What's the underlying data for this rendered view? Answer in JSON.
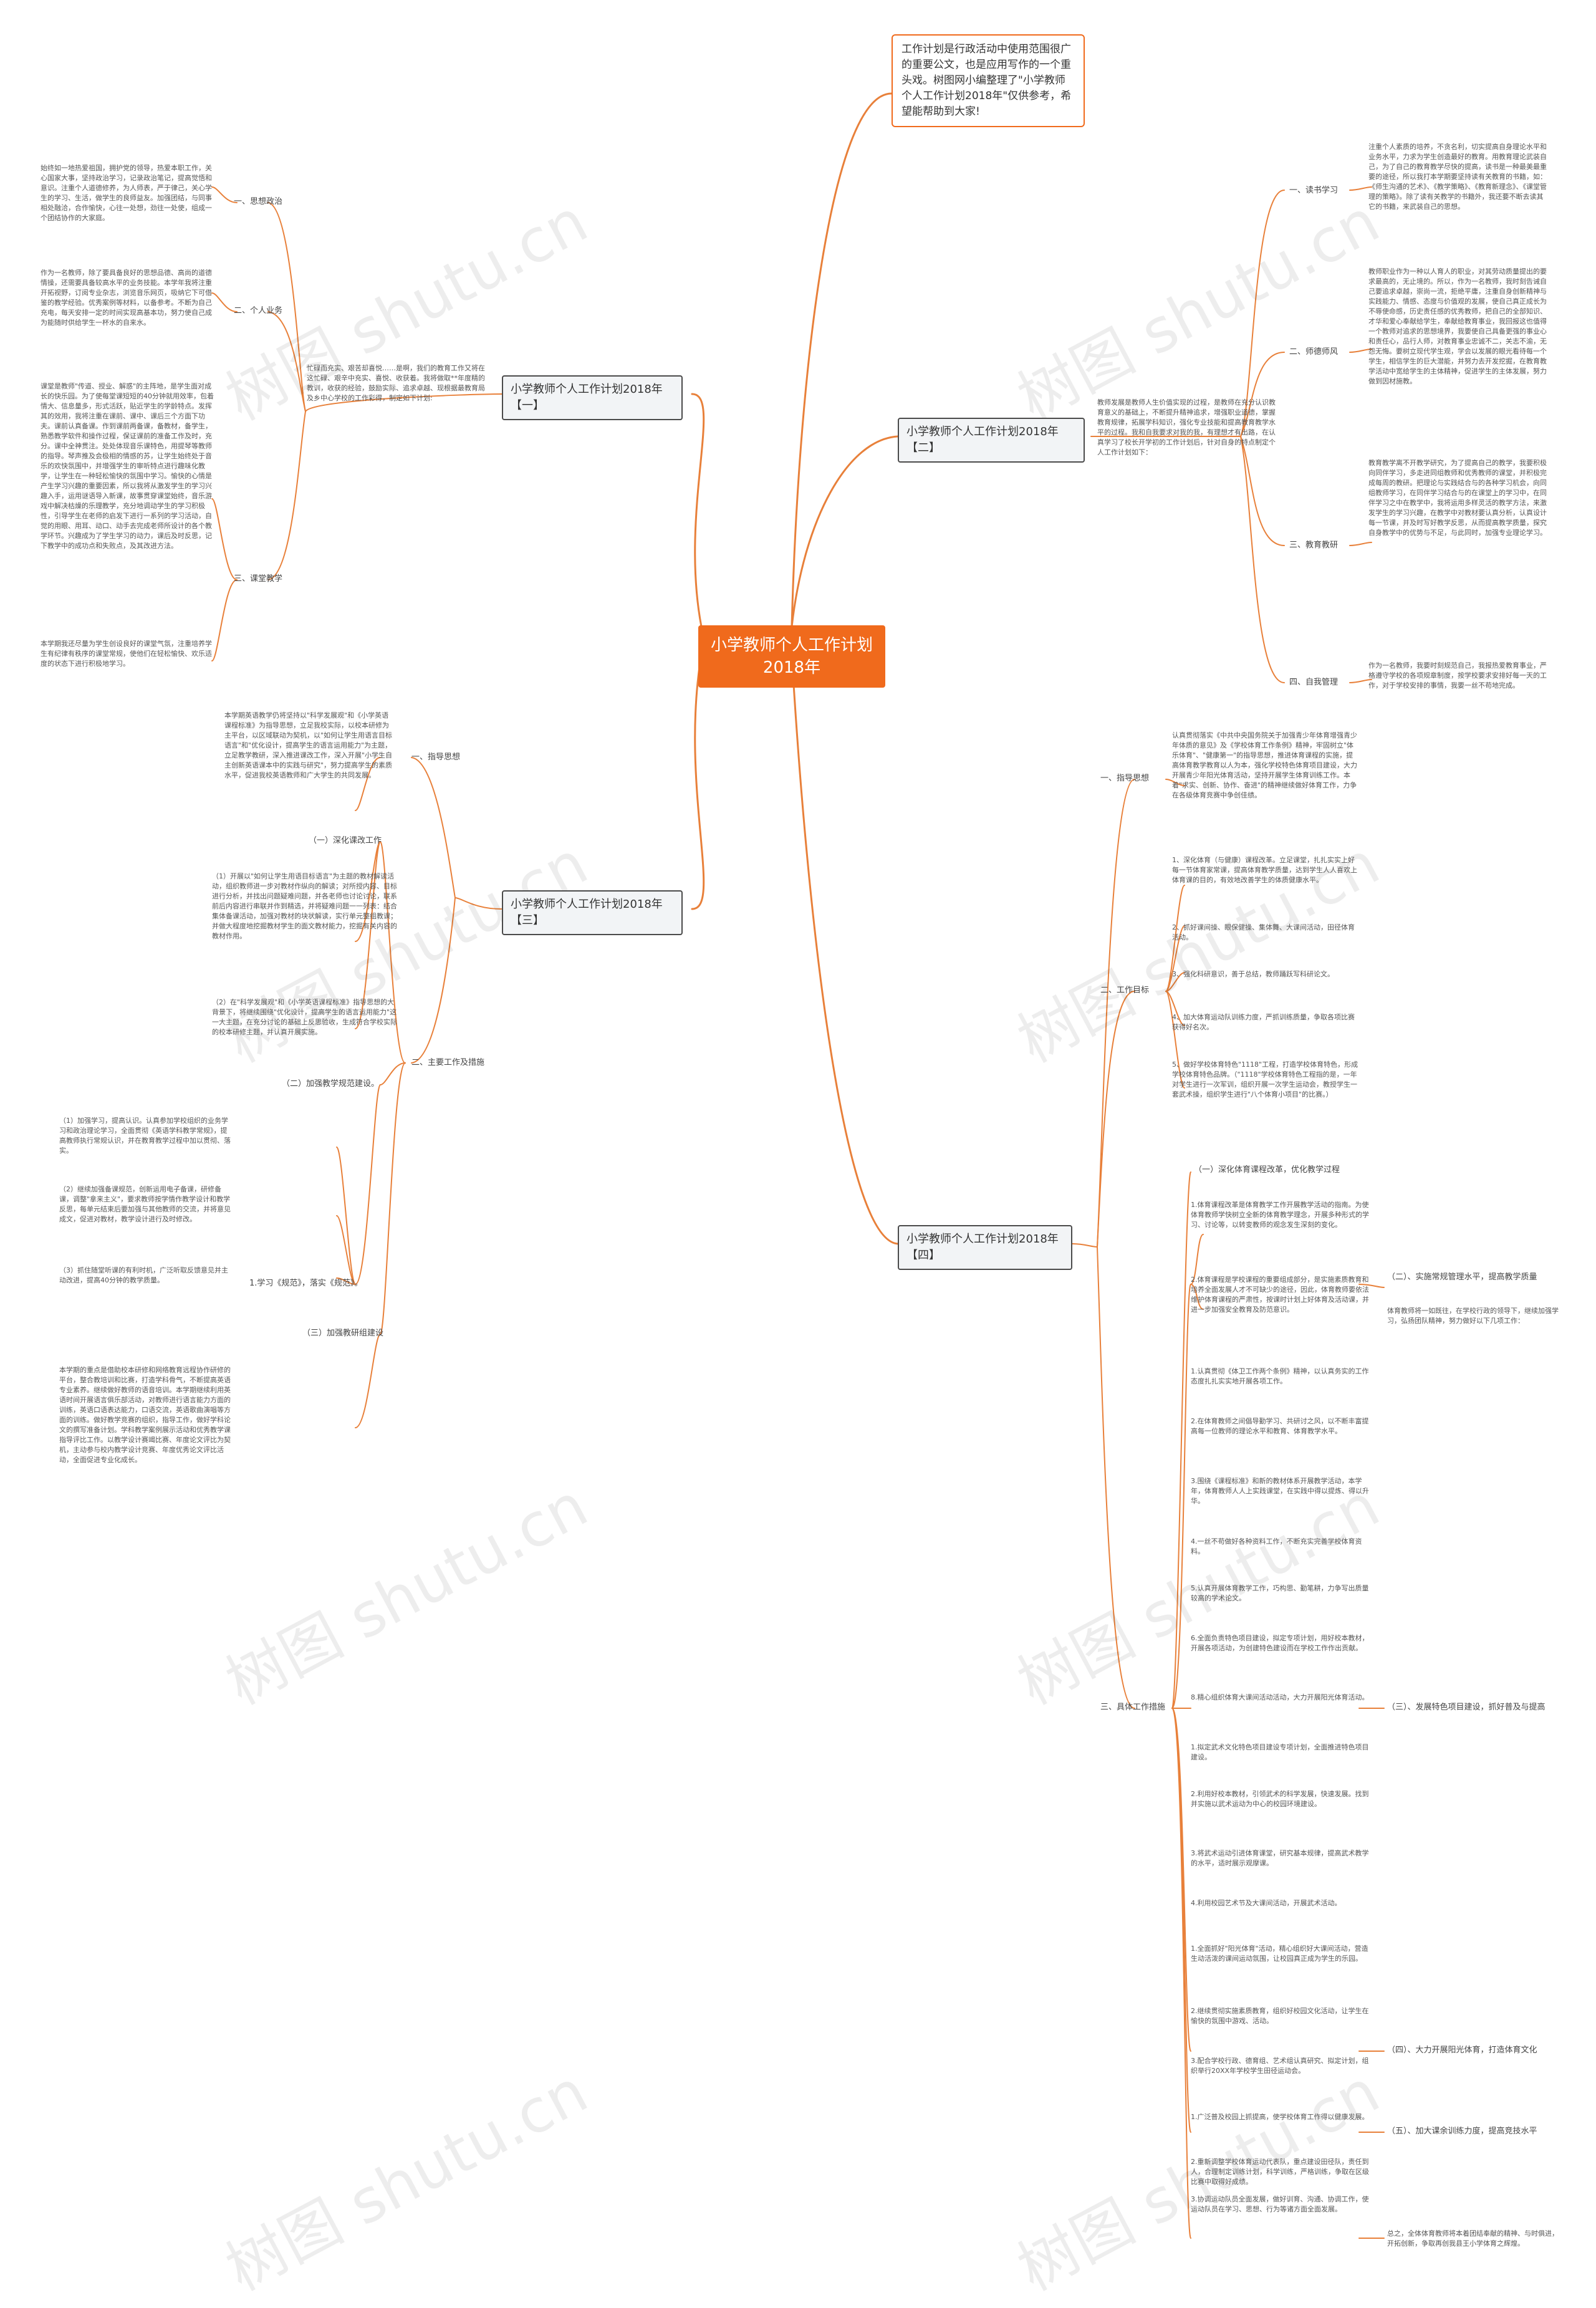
{
  "watermark": "树图 shutu.cn",
  "colors": {
    "accent": "#f06a1c",
    "line": "#e8803a"
  },
  "root": {
    "title": "小学教师个人工作计划2018年"
  },
  "intro": "工作计划是行政活动中使用范围很广的重要公文，也是应用写作的一个重头戏。树图网小编整理了\"小学教师个人工作计划2018年\"仅供参考，希望能帮助到大家!",
  "branch1": {
    "title": "小学教师个人工作计划2018年【一】",
    "intro": "忙碌而充实、艰苦却喜悦……是啊，我们的教育工作又将在这忙碌、艰辛中充实、喜悦、收获着。我将做取**年度精的教训，收获的经验，鼓励实际、追求卓越、现根据最教育局及乡中心学校的工作彩得，制定如下计划:",
    "sec1": {
      "label": "一、思想政治",
      "text": "始终如一地热爱祖国，拥护党的领导，热爱本职工作，关心国家大事，坚持政治学习，记录政治笔记，提高觉悟和意识。注重个人道德修养，为人师表，严于律己，关心学生的学习、生活，做学生的良师益友。加强团结，与同事相处融洽，合作愉快，心往一处想，劲往一处使，组成一个团结协作的大家庭。"
    },
    "sec2": {
      "label": "二、个人业务",
      "text": "作为一名教师，除了要具备良好的思想品德、高尚的道德情操，还需要具备较高水平的业务技能。本学年我将注重开拓视野，订阅专业杂志，浏览音乐网页，吸纳它下可借鉴的教学经验。优秀案例等材料，以备参考。不断为自己充电，每天安排一定的时间实现高基本功，努力使自己成为能随时供给学生一杯水的自来水。"
    },
    "sec3": {
      "label": "三、课堂教学",
      "text": "课堂是教师\"传道、授业、解惑\"的主阵地，是学生面对成长的快乐园。为了使每堂课短短的40分钟就用效率，包着情大、信息量多，形式活跃，贴近学生的学龄特点。发挥其的效用，我将注重在课前、课中、课后三个方面下功夫。课前认真备课。作到课前两备课，备教材，备学生，熟悉教学软件和操作过程，保证课前的准备工作及时，充分。课中全神贯注。处处体现音乐课特色，用提琴等教师的指导。琴声推及会极相的情感的苏，让学生始终处于音乐的欢快氛围中，并增强学生的审听特点进行趣味化教学，让学生在一种轻松愉快的氛围中学习。愉快的心情是产生学习兴趣的重要因素，所以我将从激发学生的学习兴趣入手，运用谜语导入新课，故事贯穿课堂始终，音乐游戏中解决枯燥的乐理教学，充分地调动学生的学习积极性，引导学生在老师的启发下进行一系列的学习活动，自觉的用眼、用耳、动口、动手去完成老师所设计的各个教学环节。兴趣成为了学生学习的动力，课后及时反思，记下教学中的成功点和失败点，及其改进方法。",
      "text2": "本学期我还尽量为学生创设良好的课堂气氛，注重培养学生有纪律有秩序的课堂常规，使他们在轻松愉快、欢乐适度的状态下进行积极地学习。"
    }
  },
  "branch2": {
    "title": "小学教师个人工作计划2018年【二】",
    "intro": "教师发展是教师人生价值实现的过程，是教师在充分认识教育意义的基础上，不断提升精神追求，增强职业道德，掌握教育规律，拓展学科知识，强化专业技能和提高教育教学水平的过程。我和自我要求对我的我，有理想才有出路，在认真学习了校长开学初的工作计划后，针对自身的特点制定个人工作计划如下：",
    "items": [
      {
        "label": "一、读书学习",
        "text": "注重个人素质的培养，不贪名利，切实提高自身理论水平和业务水平，力求为学生创造最好的教育。用教育理论武装自己，为了自己的教育教学尽快的提高，读书是一种最美最重要的途径，所以我打本学期要坚持读有关教育的书籍，如：《师生沟通的艺术》、《教学策略》、《教育新理念》、《课堂管理的策略》。除了读有关教学的书籍外，我还要不断去读其它的书籍，来武装自己的思想。"
      },
      {
        "label": "二、师德师风",
        "text": "教师职业作为一种以人育人的职业，对其劳动质量提出的要求最高的，无止境的。所以，作为一名教师，我时刻告诫自己要追求卓越，崇尚一流，拒绝平庸，注重自身创新精神与实践能力、情感、态度与价值观的发展，使自己真正成长为不辱使命感，历史责任感的优秀教师，把自己的全部知识、才华和爱心奉献给学生，奉献给教育事业，我回报这也值得一个教师对追求的思想境界，我要使自己具备更强的事业心和责任心，品行人师，对教育事业忠诚不二，关志不渝，无怨无悔。要树立现代学生观，学会以发展的眼光看待每一个学生，相信学生的巨大潜能，并努力去开发挖掘，在教育教学活动中宽给学生的主体精神，促进学生的主体发展，努力做到因材施教。"
      },
      {
        "label": "三、教育教研",
        "text": "教育教学离不开教学研究，为了提高自己的教学，我要积极向同伴学习，多走进同组教师和优秀教师的课堂，并积极完成每周的教研。把理论与实践结合与的各种学习机会，向同组教师学习，在同伴学习结合与的在课堂上的学习中，在同伴学习之中在教学中，我将运用多样灵活的教学方法，来激发学生的学习兴趣，在教学中对教材要认真分析，认真设计每一节课，并及时写好教学反思，从而提高教学质量，探究自身教学中的优势与不足，与此同时，加强专业理论学习。"
      },
      {
        "label": "四、自我管理",
        "text": "作为一名教师，我要时刻规范自己，我报热爱教育事业，严格遵守学校的各项规章制度，按学校要求安排好每一天的工作，对于学校安排的事情，我要一丝不苟地完成。"
      }
    ]
  },
  "branch3": {
    "title": "小学教师个人工作计划2018年【三】",
    "g1": {
      "label": "一、指导思想",
      "text": "本学期英语教学仍将坚持以\"科学发展观\"和《小学英语课程标准》为指导思想，立足我校实际，以校本研修为主平台，以区域联动为契机，以\"如何让学生用语言目标语言\"和\"优化设计，提高学生的语言运用能力\"为主题，立足教学教研，深入推进课改工作，深入开展\"小学生自主创新英语课本中的实践与研究\"，努力提高学生的素质水平，促进我校英语教师和广大学生的共同发展。"
    },
    "g2": {
      "label": "二、主要工作及措施",
      "c1": {
        "label": "（一）深化课改工作",
        "items": [
          "（1）开展以\"如何让学生用语目标语言\"为主题的教材解读活动，组织教师进一步对教材作纵向的解读；对所授内容、目标进行分析，并找出问题疑难问题，并各老师也讨论讨论，联系前后内容进行串联并作到精选，并将疑难问题一一列表：结合集体备课活动，加强对教材的块状解读，实行单元整组教课；并做大程度地挖掘教材学生的面文教材能力，挖掘有关内容的教材作用。",
          "（2）在\"科学发展观\"和《小学英语课程标准》指导思想的大背景下，将继续围绕\"优化设计，提高学生的语言运用能力\"这一大主题，在充分讨论的基础上反思验收，生成符合学校实际的校本研修主题，并认真开展实施。"
        ]
      },
      "c2": {
        "label": "（二）加强教学规范建设。",
        "items": [
          "（1）加强学习，提高认识。认真参加学校组织的业务学习和政治理论学习，全面贯彻《英语学科教学常规》，提高教师执行常规认识，并在教育教学过程中加以贯彻、落实。",
          "（2）继续加强备课规范，创新运用电子备课，研修备课，调整\"拿来主义\"，要求教师按学情作教学设计和教学反思，每单元结束后要加强与其他教师的交流，并将意见成文，促进对教材，教学设计进行及时修改。",
          "（3）抓住随堂听课的有利时机，广泛听取反馈意见并主动改进，提高40分钟的教学质量。"
        ],
        "tag": "1.学习《规范》，落实《规范》。"
      },
      "c3": {
        "label": "（三）加强教研组建设",
        "text": "本学期的重点是借助校本研修和网络教育远程协作研修的平台，整合教培训和比赛，打造学科骨气，不断提高英语专业素养。继续做好教师的语音培训。本学期继续利用英语时间开展语言俱乐部活动，对教师进行语言能力方面的训练，英语口语表达能力，口语交流，英语歌曲演唱等方面的训练。做好教学竞赛的组织，指导工作，做好学科论文的撰写准备计划。学科教学案例展示活动和优秀教学课指导评比工作。以教学设计赛竭比赛、年度论文评比为契机，主动参与校内教学设计竞赛、年度优秀论文评比活动，全面促进专业化成长。"
      }
    }
  },
  "branch4": {
    "title": "小学教师个人工作计划2018年【四】",
    "s1": {
      "label": "一、指导思想",
      "text": "认真贯彻落实《中共中央国务院关于加强青少年体育增强青少年体质的意见》及《学校体育工作条例》精神，牢固树立\"体乐体育\"、\"健康第一\"的指导思想，推进体育课程的实施，提高体育教学教育以人为本，强化学校特色体育项目建设，大力开展青少年阳光体育活动，坚持开展学生体育训练工作。本着\"求实、创新、协作、奋进\"的精神继续做好体育工作，力争在各级体育竞赛中争创佳绩。"
    },
    "s2": {
      "label": "二、工作目标",
      "items": [
        "1、深化体育（与健康）课程改革。立足课堂，扎扎实实上好每一节体育家常课，提高体育教学质量，达到学生人人喜欢上体育课的目的，有效地改善学生的体质健康水平。",
        "2、抓好课间操、眼保健操、集体舞、大课间活动，田径体育活动。",
        "3、强化科研意识，善于总结，教师踊跃写科研论文。",
        "4、加大体育运动队训练力度，严抓训练质量，争取各项比赛获得好名次。",
        "5、做好学校体育特色\"1118\"工程，打造学校体育特色，形成学校体育特色品牌。（\"1118\"学校体育特色工程指的是，一年对学生进行一次军训，组织开展一次学生运动会，教授学生一套武术操，组织学生进行\"八个体育小项目\"的比赛。）"
      ]
    },
    "s3": {
      "label": "三、具体工作措施",
      "k1": {
        "label": "（一）深化体育课程改革，优化教学过程"
      },
      "col": [
        "1.体育课程改革是体育教学工作开展教学活动的指南。为使体育教师学快树立全新的体育教学理念，开展多种形式的学习、讨论等，以转变教师的观念发生深刻的变化。",
        "2.体育课程是学校课程的重要组成部分，是实施素质教育和培养全面发展人才不可缺少的途径，因此，体育教师要依法维护体育课程的严肃性，按课时计划上好体育及活动课，并进一步加强安全教育及防范意识。",
        "1.认真贯彻《体卫工作两个条例》精神，以认真务实的工作态度扎扎实实地开展各项工作。",
        "2.在体育教师之间倡导勤学习、共研讨之风，以不断丰富提高每一位教师的理论水平和教育、体育教学水平。",
        "3.围绕《课程标准》和新的教材体系开展教学活动，本学年，体育教师人人上实践课堂，在实践中得以提炼、得以升华。",
        "4.一丝不苟做好各种资料工作，不断充实完善学校体育资料。",
        "5.认真开展体育教学工作，巧构思、勤笔耕，力争写出质量较高的学术论文。",
        "6.全面负责特色项目建设，拟定专项计划，用好校本教材，开展各项活动，为创建特色建设而在学校工作作出贡献。",
        "8.精心组织体育大课间活动活动，大力开展阳光体育活动。",
        "1.拟定武术文化特色项目建设专项计划，全面推进特色项目建设。",
        "2.利用好校本教材，引领武术的科学发展，快速发展。找到并实施以武术运动为中心的校园环境建设。",
        "3.将武术运动引进体育课堂，研究基本规律，提高武术教学的水平，适时展示观摩课。",
        "4.利用校园艺术节及大课间活动，开展武术活动。",
        "1.全面抓好\"阳光体育\"活动，精心组织好大课间活动，营造生动活泼的课间运动氛围，让校园真正成为学生的乐园。",
        "2.继续贯彻实施素质教育，组织好校园文化活动，让学生在愉快的氛围中游戏、活动。",
        "3.配合学校行政、德育组、艺术组认真研究、拟定计划，组织举行20XX年学校学生田径运动会。",
        "1.广泛普及校园上抓提高，使学校体育工作得以健康发展。",
        "2.重新调整学校体育运动代表队，重点建设田径队，责任到人，合理制定训练计划，科学训练，严格训练，争取在区级比赛中取得好成绩。",
        "3.协调运动队员全面发展，做好训育、沟通、协调工作，使运动队员在学习、思想、行为等诸方面全面发展。"
      ],
      "k2": {
        "label": "（二）、实施常规管理水平，提高教学质量",
        "text": "体育教师将一如既往，在学校行政的领导下，继续加强学习，弘扬团队精神，努力做好以下几项工作："
      },
      "k3": {
        "label": "（三）、发展特色项目建设，抓好普及与提高"
      },
      "k4": {
        "label": "（四）、大力开展阳光体育，打造体育文化"
      },
      "k5": {
        "label": "（五）、加大课余训练力度，提高竞技水平"
      },
      "k6": {
        "text": "总之，全体体育教师将本着团结奉献的精神、与时俱进，开拓创新，争取再创我县王小学体育之辉煌。"
      }
    }
  }
}
